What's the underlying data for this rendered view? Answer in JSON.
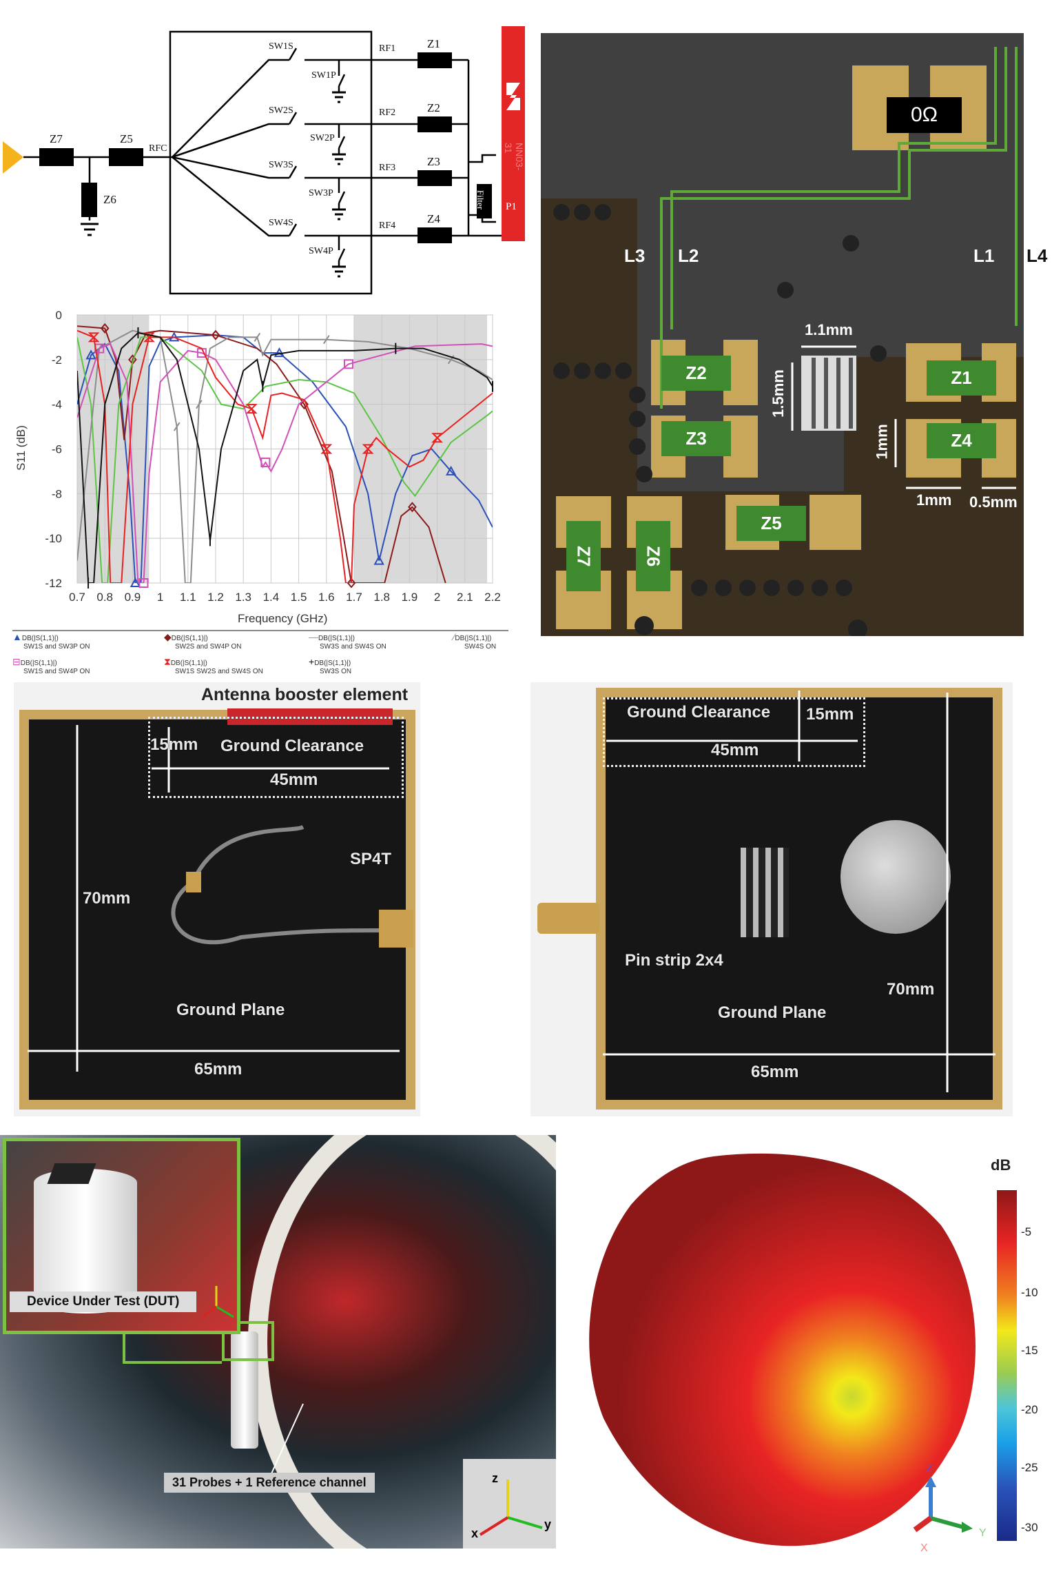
{
  "schematic": {
    "components": [
      "Z7",
      "Z5",
      "Z6",
      "Z1",
      "Z2",
      "Z3",
      "Z4"
    ],
    "rfc": "RFC",
    "switches_series": [
      "SW1S",
      "SW2S",
      "SW3S",
      "SW4S"
    ],
    "switches_parallel": [
      "SW1P",
      "SW2P",
      "SW3P",
      "SW4P"
    ],
    "rf_ports": [
      "RF1",
      "RF2",
      "RF3",
      "RF4"
    ],
    "filter": "Filter",
    "port": "P1",
    "booster_text": "NN03-31"
  },
  "chart_data": {
    "type": "line",
    "xlabel": "Frequency (GHz)",
    "ylabel": "S11 (dB)",
    "xlim": [
      0.7,
      2.2
    ],
    "ylim": [
      -12,
      0
    ],
    "x_ticks": [
      "0.7",
      "0.8",
      "0.9",
      "1",
      "1.1",
      "1.2",
      "1.3",
      "1.4",
      "1.5",
      "1.6",
      "1.7",
      "1.8",
      "1.9",
      "2",
      "2.1",
      "2.2"
    ],
    "y_ticks": [
      "0",
      "-2",
      "-4",
      "-6",
      "-8",
      "-10",
      "-12"
    ],
    "grid": true,
    "shaded_bands": [
      [
        0.7,
        0.96
      ],
      [
        1.7,
        2.18
      ]
    ],
    "legend_position": "bottom",
    "series": [
      {
        "name": "DB(|S(1,1)|) SW1S and SW3P ON",
        "color": "#2a4fb8",
        "marker": "triangle",
        "x": [
          0.7,
          0.75,
          0.8,
          0.85,
          0.89,
          0.91,
          0.93,
          0.96,
          1.0,
          1.05,
          1.2,
          1.3,
          1.37,
          1.43,
          1.55,
          1.67,
          1.75,
          1.79,
          1.85,
          1.91,
          1.98,
          2.05,
          2.15,
          2.2
        ],
        "y": [
          -4,
          -1.8,
          -1.3,
          -2.5,
          -8,
          -12,
          -12,
          -2.3,
          -1.2,
          -1.0,
          -0.9,
          -1.0,
          -1.7,
          -1.7,
          -3,
          -5,
          -8,
          -11,
          -8,
          -6.3,
          -6,
          -7,
          -8.3,
          -9.5
        ]
      },
      {
        "name": "DB(|S(1,1)|) SW2S and SW4P ON",
        "color": "#8b1a1a",
        "marker": "diamond",
        "x": [
          0.7,
          0.8,
          0.84,
          0.87,
          0.9,
          0.95,
          1.0,
          1.2,
          1.35,
          1.42,
          1.52,
          1.62,
          1.66,
          1.69,
          1.81,
          1.87,
          1.91,
          1.97,
          2.03
        ],
        "y": [
          -0.5,
          -0.6,
          -2,
          -5.6,
          -2,
          -0.8,
          -0.7,
          -0.9,
          -1.5,
          -2.2,
          -4,
          -7,
          -9.8,
          -12,
          -12,
          -9,
          -8.6,
          -9.5,
          -12
        ]
      },
      {
        "name": "DB(|S(1,1)|) SW3S and SW4S ON",
        "color": "#5cc443",
        "marker": "none",
        "x": [
          0.7,
          0.75,
          0.79,
          0.81,
          0.85,
          0.93,
          1.0,
          1.15,
          1.22,
          1.3,
          1.38,
          1.5,
          1.6,
          1.7,
          1.8,
          1.88,
          1.92,
          1.98,
          2.05,
          2.18,
          2.2
        ],
        "y": [
          -1,
          -4,
          -12,
          -12,
          -4,
          -1,
          -1,
          -2.5,
          -4,
          -4.2,
          -3.2,
          -2.9,
          -3,
          -3.5,
          -5.5,
          -7.5,
          -8.1,
          -7,
          -5.7,
          -4.5,
          -4.3
        ]
      },
      {
        "name": "DB(|S(1,1)|) SW4S ON",
        "color": "#8c8c8c",
        "marker": "slash",
        "x": [
          0.7,
          0.78,
          0.9,
          1.0,
          1.06,
          1.09,
          1.11,
          1.14,
          1.18,
          1.25,
          1.35,
          1.37,
          1.4,
          1.6,
          1.75,
          1.9,
          2.05,
          2.15,
          2.2
        ],
        "y": [
          -11,
          -1.5,
          -0.7,
          -1,
          -5,
          -12,
          -12,
          -4,
          -1.5,
          -1,
          -1,
          -1.8,
          -1.1,
          -1.1,
          -1.2,
          -1.5,
          -2,
          -2.5,
          -2.9
        ]
      },
      {
        "name": "DB(|S(1,1)|) SW1S and SW4P ON",
        "color": "#d050b8",
        "marker": "square",
        "x": [
          0.7,
          0.78,
          0.82,
          0.88,
          0.92,
          0.94,
          0.96,
          1.0,
          1.1,
          1.15,
          1.2,
          1.3,
          1.37,
          1.38,
          1.4,
          1.44,
          1.5,
          1.68,
          1.92,
          2.16,
          2.2
        ],
        "y": [
          -4.6,
          -1.5,
          -1.3,
          -3,
          -12,
          -12,
          -7.1,
          -3,
          -1.6,
          -1.7,
          -2,
          -4,
          -6.8,
          -6.6,
          -7,
          -6,
          -4,
          -2.2,
          -1.4,
          -1.3,
          -1.4
        ]
      },
      {
        "name": "DB(|S(1,1)|) SW1S SW2S and SW4S ON",
        "color": "#e82020",
        "marker": "hourglass",
        "x": [
          0.7,
          0.76,
          0.8,
          0.82,
          0.86,
          0.9,
          0.96,
          1.05,
          1.15,
          1.2,
          1.28,
          1.33,
          1.37,
          1.4,
          1.44,
          1.52,
          1.6,
          1.65,
          1.67,
          1.69,
          1.7,
          1.75,
          1.78,
          1.82,
          1.9,
          1.95,
          2.0,
          2.1,
          2.2
        ],
        "y": [
          -0.7,
          -1,
          -4,
          -12,
          -12,
          -4,
          -1,
          -1,
          -1.5,
          -2.8,
          -4,
          -4.2,
          -5.5,
          -3.6,
          -3.5,
          -3.8,
          -6,
          -10,
          -12,
          -12,
          -8.5,
          -6,
          -5.5,
          -6,
          -6.8,
          -6.5,
          -5.5,
          -4.5,
          -3.5
        ]
      },
      {
        "name": "DB(|S(1,1)|) SW3S ON",
        "color": "#111111",
        "marker": "plus",
        "x": [
          0.7,
          0.74,
          0.76,
          0.8,
          0.86,
          0.92,
          1.0,
          1.06,
          1.14,
          1.18,
          1.22,
          1.3,
          1.35,
          1.37,
          1.4,
          1.5,
          1.7,
          1.85,
          1.95,
          2.08,
          2.18,
          2.2
        ],
        "y": [
          -2.5,
          -12,
          -12,
          -4,
          -1.5,
          -0.8,
          -1,
          -2,
          -6,
          -10.1,
          -6,
          -2.5,
          -2,
          -3.2,
          -1.8,
          -1.6,
          -1.6,
          -1.5,
          -1.5,
          -2,
          -2.8,
          -3.2
        ]
      }
    ],
    "legend": [
      {
        "line1": "DB(|S(1,1)|)",
        "line2": "SW1S and SW3P ON"
      },
      {
        "line1": "DB(|S(1,1)|)",
        "line2": "SW2S and SW4P ON"
      },
      {
        "line1": "DB(|S(1,1)|)",
        "line2": "SW3S and SW4S ON"
      },
      {
        "line1": "DB(|S(1,1)|)",
        "line2": "SW4S ON"
      },
      {
        "line1": "DB(|S(1,1)|)",
        "line2": "SW1S and SW4P ON"
      },
      {
        "line1": "DB(|S(1,1)|)",
        "line2": "SW1S SW2S and SW4S ON"
      },
      {
        "line1": "DB(|S(1,1)|)",
        "line2": "SW3S ON"
      }
    ]
  },
  "pcb": {
    "zero_ohm": "0Ω",
    "components": [
      "Z1",
      "Z2",
      "Z3",
      "Z4",
      "Z5",
      "Z6",
      "Z7"
    ],
    "lines": [
      "L1",
      "L2",
      "L3",
      "L4"
    ],
    "dims": {
      "chip_w": "1.1mm",
      "chip_h": "1.5mm",
      "pad_h": "1mm",
      "pad_w": "1mm",
      "gap": "0.5mm"
    }
  },
  "photo_front": {
    "title": "Antenna booster element",
    "clearance_h": "15mm",
    "clearance": "Ground Clearance",
    "clearance_w": "45mm",
    "switch": "SP4T",
    "height": "70mm",
    "ground": "Ground Plane",
    "width": "65mm"
  },
  "photo_back": {
    "clearance": "Ground Clearance",
    "clearance_h": "15mm",
    "clearance_w": "45mm",
    "pin_strip": "Pin strip 2x4",
    "height": "70mm",
    "ground": "Ground Plane",
    "width": "65mm"
  },
  "chamber": {
    "dut_label": "Device Under Test (DUT)",
    "probes_label": "31 Probes + 1 Reference channel",
    "axes": [
      "x",
      "y",
      "z"
    ]
  },
  "pattern": {
    "unit": "dB",
    "colorbar_ticks": [
      "-5",
      "-10",
      "-15",
      "-20",
      "-25",
      "-30"
    ],
    "axes": [
      "X",
      "Y",
      "Z"
    ]
  }
}
